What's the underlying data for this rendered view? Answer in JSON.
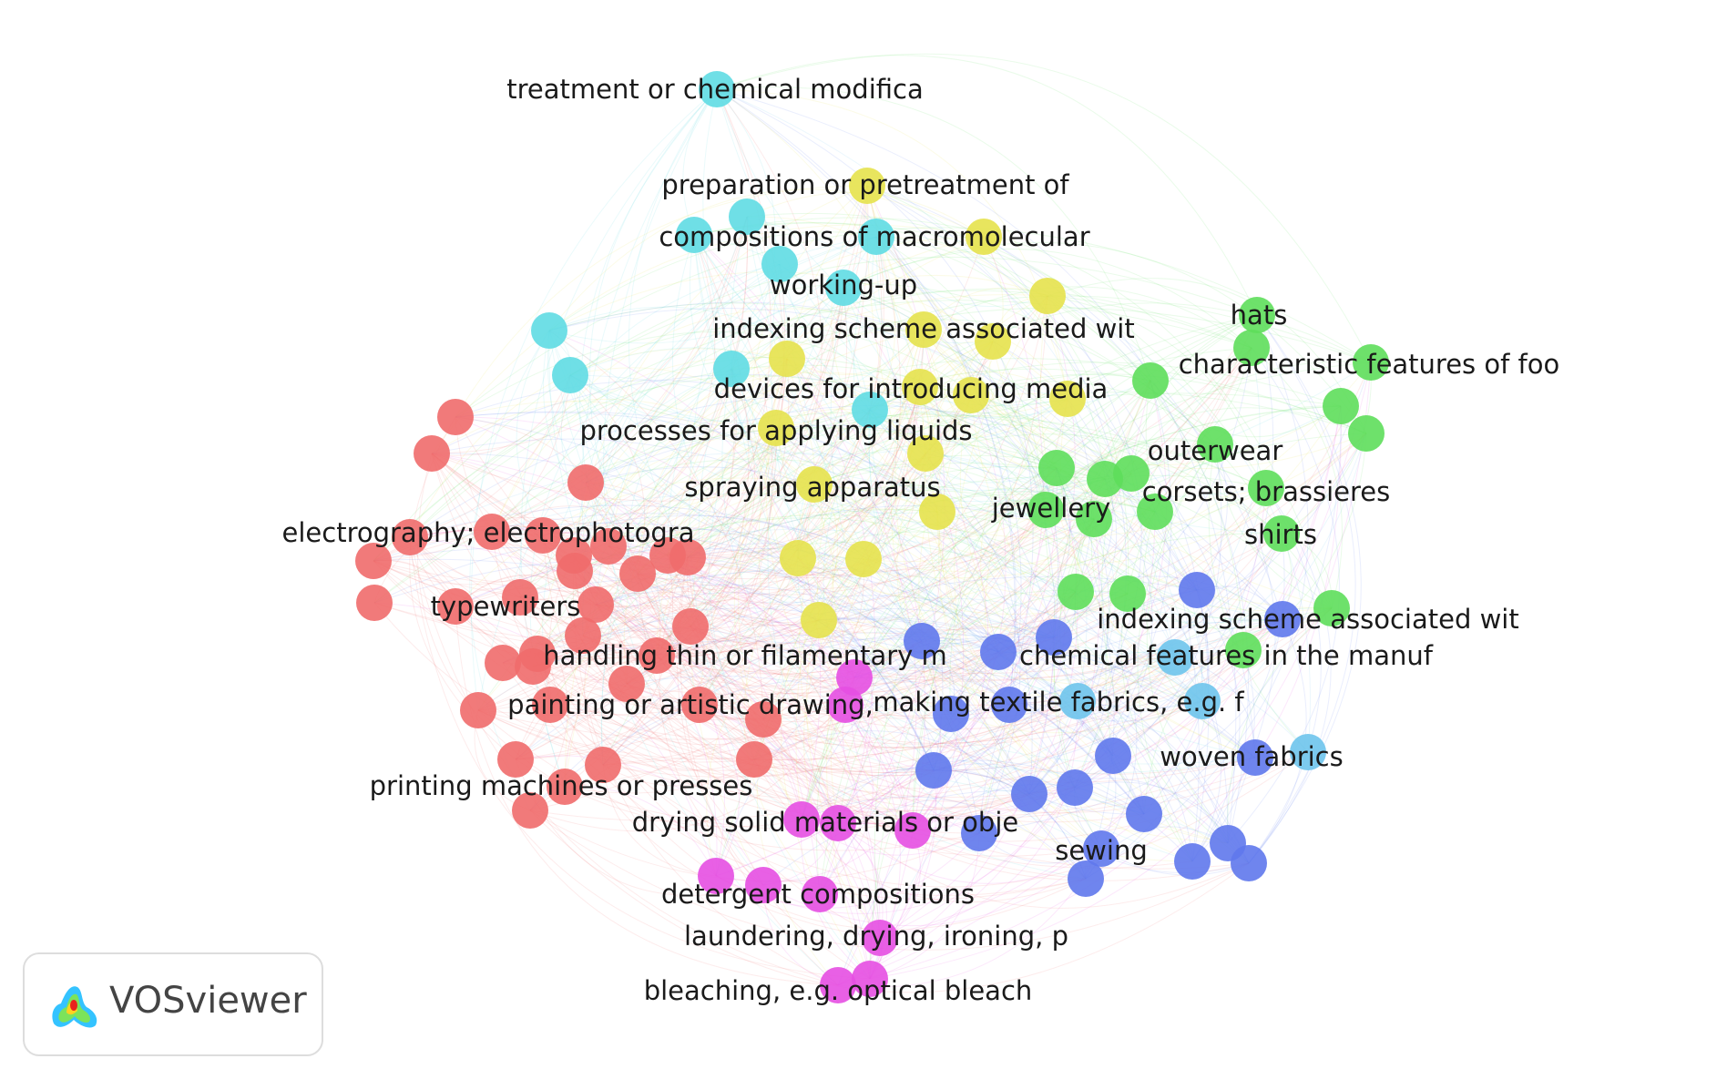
{
  "app": {
    "name": "VOSviewer"
  },
  "colors": {
    "red": "#ef6b6b",
    "yellow": "#e6e24d",
    "green": "#5ede5b",
    "cyan": "#5fdbe3",
    "blue": "#5f78ec",
    "magenta": "#e64fe2",
    "lightblue": "#6ec4ec"
  },
  "network": {
    "labels": [
      {
        "text": "treatment or chemical modifica",
        "cluster": "cyan"
      },
      {
        "text": "preparation or pretreatment of",
        "cluster": "yellow"
      },
      {
        "text": "compositions of macromolecular",
        "cluster": "cyan"
      },
      {
        "text": "working-up",
        "cluster": "cyan"
      },
      {
        "text": "hats",
        "cluster": "green"
      },
      {
        "text": "indexing scheme associated wit",
        "cluster": "yellow"
      },
      {
        "text": "characteristic features of foo",
        "cluster": "green"
      },
      {
        "text": "devices for introducing media",
        "cluster": "yellow"
      },
      {
        "text": "processes for applying liquids",
        "cluster": "yellow"
      },
      {
        "text": "outerwear",
        "cluster": "green"
      },
      {
        "text": "spraying apparatus",
        "cluster": "yellow"
      },
      {
        "text": "corsets; brassieres",
        "cluster": "green"
      },
      {
        "text": "jewellery",
        "cluster": "green"
      },
      {
        "text": "electrography; electrophotogra",
        "cluster": "red"
      },
      {
        "text": "shirts",
        "cluster": "green"
      },
      {
        "text": "typewriters",
        "cluster": "red"
      },
      {
        "text": "indexing scheme associated wit",
        "cluster": "blue"
      },
      {
        "text": "handling thin or filamentary m",
        "cluster": "red"
      },
      {
        "text": "chemical features in the manuf",
        "cluster": "blue"
      },
      {
        "text": "painting or artistic drawing,",
        "cluster": "red"
      },
      {
        "text": "making textile fabrics, e.g. f",
        "cluster": "blue"
      },
      {
        "text": "woven fabrics",
        "cluster": "blue"
      },
      {
        "text": "printing machines or presses",
        "cluster": "red"
      },
      {
        "text": "drying solid materials or obje",
        "cluster": "magenta"
      },
      {
        "text": "sewing",
        "cluster": "blue"
      },
      {
        "text": "detergent compositions",
        "cluster": "magenta"
      },
      {
        "text": "laundering, drying, ironing, p",
        "cluster": "magenta"
      },
      {
        "text": "bleaching, e.g. optical bleach",
        "cluster": "magenta"
      }
    ]
  }
}
